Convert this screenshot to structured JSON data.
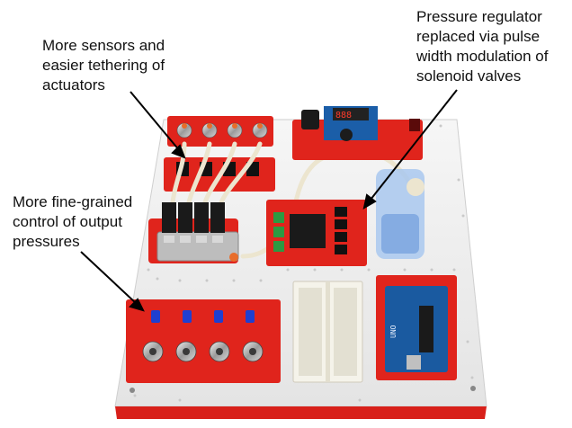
{
  "annotations": {
    "sensors": "More sensors and\neasier tethering of\nactuators",
    "regulator": "Pressure regulator\nreplaced via pulse\nwidth modulation of\nsolenoid valves",
    "control": "More fine-grained\ncontrol of output\npressures"
  },
  "colors": {
    "board": "#f1f1f1",
    "board_edge": "#cfcfcf",
    "pcb_red": "#e0241c",
    "pcb_dark": "#b71610",
    "arduino_blue": "#1a5aa0",
    "knob_blue": "#1f3fd0",
    "tubing": "#ece5cf",
    "breadboard": "#f5f3ea"
  }
}
